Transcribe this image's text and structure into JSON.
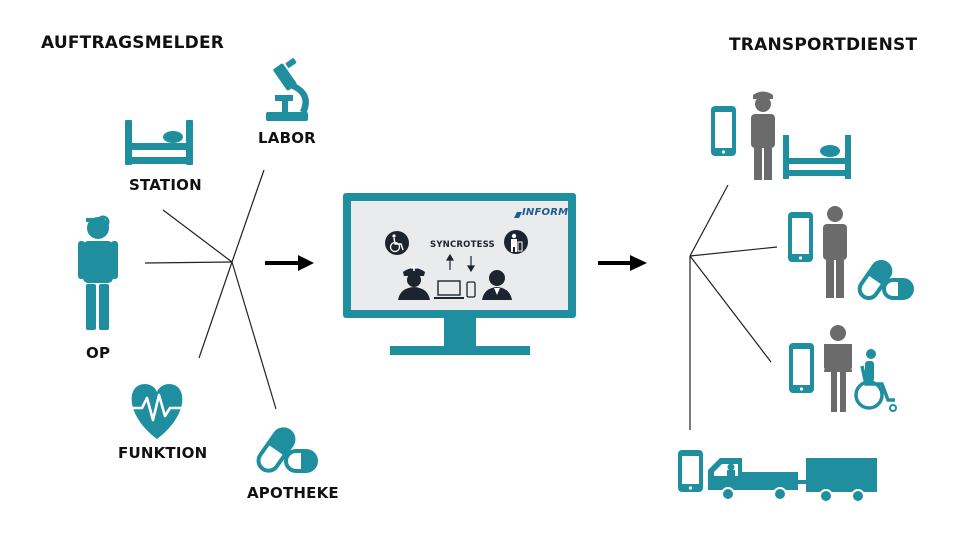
{
  "headers": {
    "left": "AUFTRAGSMELDER",
    "right": "TRANSPORTDIENST"
  },
  "sources": [
    {
      "label": "STATION",
      "icon": "hospital-bed-icon"
    },
    {
      "label": "LABOR",
      "icon": "microscope-icon"
    },
    {
      "label": "OP",
      "icon": "surgeon-icon"
    },
    {
      "label": "FUNKTION",
      "icon": "heart-pulse-icon"
    },
    {
      "label": "APOTHEKE",
      "icon": "pills-icon"
    }
  ],
  "monitor": {
    "brand": "INFORM",
    "product": "SYNCROTESS"
  },
  "transports": [
    {
      "icon": "phone-porter-bed-icon"
    },
    {
      "icon": "phone-person-pills-icon"
    },
    {
      "icon": "phone-woman-wheelchair-icon"
    },
    {
      "icon": "phone-truck-icon"
    }
  ],
  "colors": {
    "teal": "#1f8fa0",
    "gray": "#6b6b6b",
    "dark": "#1c2430",
    "screen": "#e9ebed"
  }
}
